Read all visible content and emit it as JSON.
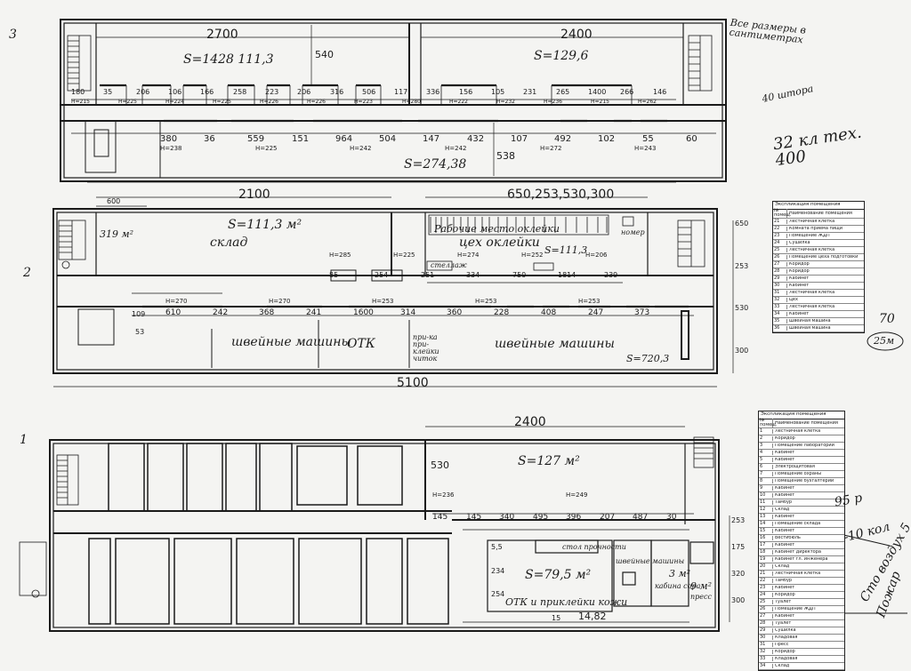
{
  "note_units": "Все размеры в сантиметрах",
  "floor3": {
    "label": "3",
    "dims": {
      "left_width": "2700",
      "right_width": "2400",
      "depth": "540",
      "corr_depth": "538",
      "seg_top": [
        "180",
        "35",
        "206",
        "106",
        "166",
        "258",
        "223",
        "206",
        "316",
        "506",
        "117",
        "336",
        "156",
        "105",
        "231",
        "265",
        "1400",
        "266",
        "146"
      ],
      "h_top": [
        "H=215",
        "H=225",
        "H=224",
        "H=225",
        "H=226",
        "H=226",
        "H=223",
        "H=280",
        "H=222",
        "H=232",
        "H=236",
        "H=215",
        "H=262"
      ],
      "seg_bot": [
        "380",
        "36",
        "559",
        "151",
        "964",
        "504",
        "147",
        "432",
        "107",
        "492",
        "102",
        "55",
        "60"
      ],
      "h_bot": [
        "H=238",
        "H=225",
        "H=242",
        "H=242",
        "H=272",
        "H=243"
      ]
    },
    "areas": {
      "left": "S=1428 111,3",
      "right": "S=129,6",
      "corridor": "S=274,38"
    }
  },
  "floor2": {
    "label": "2",
    "dims": {
      "total": "5100",
      "left": "2100",
      "right": [
        "650",
        "253",
        "530",
        "300"
      ],
      "a": "600",
      "seg_mid": [
        "85",
        "254",
        "251",
        "334",
        "750",
        "1814",
        "239"
      ],
      "h_mid": [
        "H=285",
        "H=225",
        "H=274",
        "H=252",
        "H=206"
      ],
      "seg_low": [
        "610",
        "242",
        "368",
        "241",
        "1600",
        "314",
        "360",
        "228",
        "408",
        "247",
        "373"
      ],
      "h_low": [
        "H=270",
        "H=270",
        "H=253",
        "H=253",
        "H=253"
      ],
      "left_small": [
        "109",
        "53"
      ]
    },
    "areas": {
      "stair_room": "319 м²",
      "storage": "S=111,3 м²",
      "gluing": "S=111,3",
      "sewing": "S=720,3"
    },
    "rooms": {
      "storage": "склад",
      "workplace": "Рабочие место оклейки",
      "gluing": "цех оклейки",
      "shelf": "стеллаж",
      "sewing": "швейные машины",
      "otk": "ОТК",
      "reception": "при-ка при-клейки читок",
      "sewing2": "швейные машины",
      "nomer": "номер"
    }
  },
  "floor1": {
    "label": "1",
    "dims": {
      "total": "2400",
      "depth": "530",
      "bottom": "14,82",
      "bottom_left": "15",
      "seg": [
        "145",
        "145",
        "340",
        "495",
        "396",
        "207",
        "487",
        "30"
      ],
      "h": [
        "H=236",
        "H=249"
      ],
      "right": [
        "253",
        "175",
        "320",
        "300"
      ],
      "small": [
        "5,5",
        "234",
        "254"
      ]
    },
    "areas": {
      "hall": "S=127 м²",
      "lower": "S=79,5 м²",
      "m1": "3 м²",
      "m2": "9 м²"
    },
    "rooms": {
      "otk": "ОТК и приклейки кожи",
      "shop": "стол прочности",
      "sewing": "швейные машины",
      "press": "пресс",
      "bench": "кабина сора"
    }
  },
  "margin": {
    "top_right": "40 штора",
    "mid_right": "32 кл тех. 400",
    "p70": "70",
    "p25": "25м",
    "bottom": [
      "95 р",
      "-10 кол",
      "Сто воздух 5",
      "Пожар"
    ]
  },
  "legend_top": {
    "title": "Экспликация помещения",
    "cols": [
      "№ помещ.",
      "Наименование помещения"
    ],
    "rows": [
      [
        "21",
        "Лестничная клетка"
      ],
      [
        "22",
        "Комната приема пищи"
      ],
      [
        "23",
        "Помещение ЖДП"
      ],
      [
        "24",
        "Сушилка"
      ],
      [
        "25",
        "Лестничная клетка"
      ],
      [
        "26",
        "Помещение цеха подготовки"
      ],
      [
        "27",
        "Коридор"
      ],
      [
        "28",
        "Коридор"
      ],
      [
        "29",
        "Кабинет"
      ],
      [
        "30",
        "Кабинет"
      ],
      [
        "31",
        "Лестничная клетка"
      ],
      [
        "32",
        "Цех"
      ],
      [
        "33",
        "Лестничная клетка"
      ],
      [
        "34",
        "Кабинет"
      ],
      [
        "35",
        "Швейная машина"
      ],
      [
        "36",
        "Швейная машина"
      ]
    ]
  },
  "legend_bottom": {
    "title": "Экспликация помещения",
    "cols": [
      "№ помещ.",
      "Наименование помещения"
    ],
    "rows": [
      [
        "1",
        "Лестничная клетка"
      ],
      [
        "2",
        "Коридор"
      ],
      [
        "3",
        "Помещение лаборатории"
      ],
      [
        "4",
        "Кабинет"
      ],
      [
        "5",
        "Кабинет"
      ],
      [
        "6",
        "Электрощитовая"
      ],
      [
        "7",
        "Помещение охраны"
      ],
      [
        "8",
        "Помещение бухгалтерии"
      ],
      [
        "9",
        "Кабинет"
      ],
      [
        "10",
        "Кабинет"
      ],
      [
        "11",
        "Тамбур"
      ],
      [
        "12",
        "Склад"
      ],
      [
        "13",
        "Кабинет"
      ],
      [
        "14",
        "Помещение склада"
      ],
      [
        "15",
        "Кабинет"
      ],
      [
        "16",
        "Вестибюль"
      ],
      [
        "17",
        "Кабинет"
      ],
      [
        "18",
        "Кабинет директора"
      ],
      [
        "19",
        "Кабинет гл. инженера"
      ],
      [
        "20",
        "Склад"
      ],
      [
        "21",
        "Лестничная клетка"
      ],
      [
        "22",
        "Тамбур"
      ],
      [
        "23",
        "Кабинет"
      ],
      [
        "24",
        "Коридор"
      ],
      [
        "25",
        "Туалет"
      ],
      [
        "26",
        "Помещение ЖДП"
      ],
      [
        "27",
        "Кабинет"
      ],
      [
        "28",
        "Туалет"
      ],
      [
        "29",
        "Сушилка"
      ],
      [
        "30",
        "Кладовая"
      ],
      [
        "31",
        "Пресс"
      ],
      [
        "32",
        "Коридор"
      ],
      [
        "33",
        "Кладовая"
      ],
      [
        "34",
        "Склад"
      ]
    ]
  }
}
